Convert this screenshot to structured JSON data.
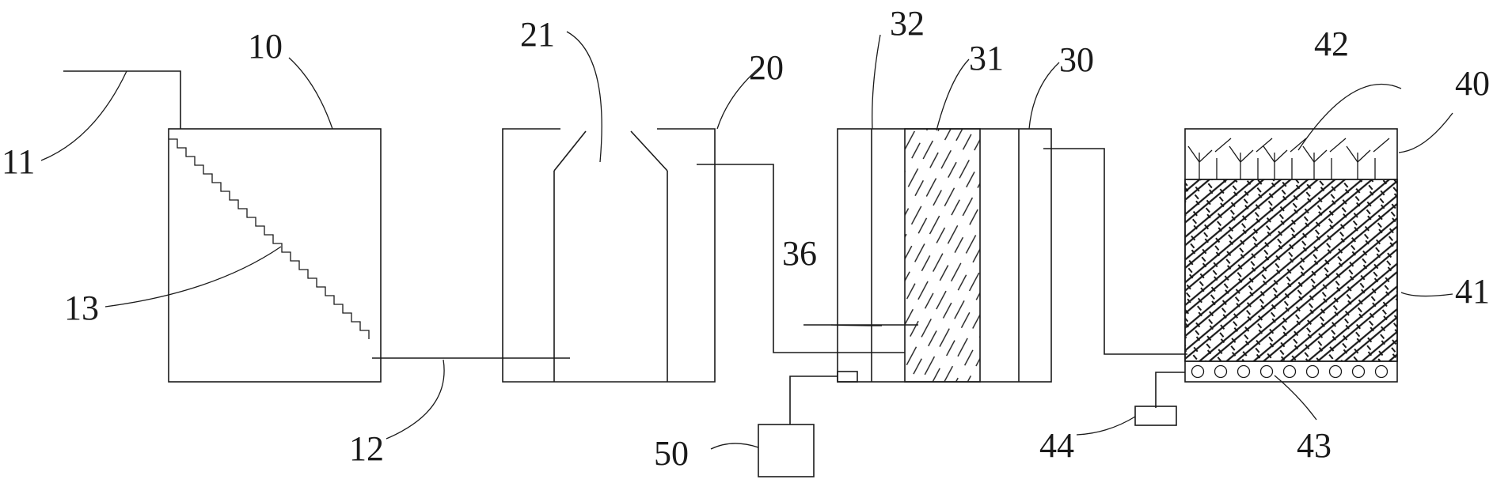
{
  "labels": {
    "l10": "10",
    "l11": "11",
    "l12": "12",
    "l13": "13",
    "l20": "20",
    "l21": "21",
    "l30": "30",
    "l31": "31",
    "l32": "32",
    "l36": "36",
    "l40": "40",
    "l41": "41",
    "l42": "42",
    "l43": "43",
    "l44": "44",
    "l50": "50"
  }
}
